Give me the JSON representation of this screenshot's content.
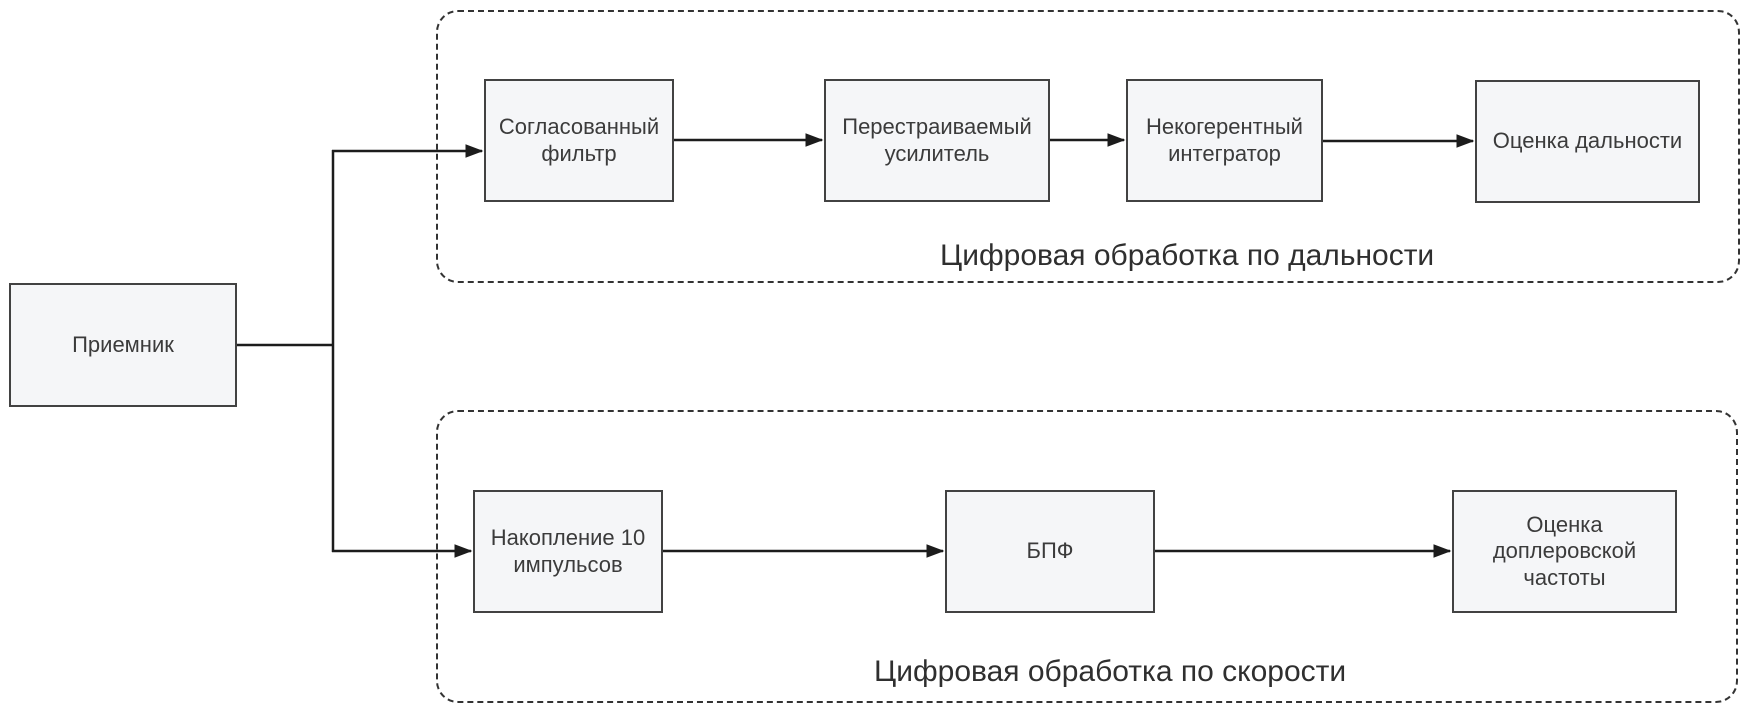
{
  "diagram": {
    "type": "block-diagram",
    "background_color": "#ffffff",
    "colors": {
      "block_fill": "#f5f6f8",
      "block_border": "#424242",
      "block_text": "#3b3b3b",
      "connector_line": "#1c1c1c",
      "group_border_dashed": "#333333",
      "group_title_text": "#2f2f2f"
    },
    "receiver": {
      "label": "Приемник"
    },
    "range_chain": {
      "title": "Цифровая обработка по дальности",
      "blocks": [
        {
          "label": "Согласованный фильтр"
        },
        {
          "label": "Перестраиваемый усилитель"
        },
        {
          "label": "Некогерентный интегратор"
        },
        {
          "label": "Оценка дальности"
        }
      ]
    },
    "velocity_chain": {
      "title": "Цифровая обработка по скорости",
      "blocks": [
        {
          "label": "Накопление 10 импульсов"
        },
        {
          "label": "БПФ"
        },
        {
          "label": "Оценка доплеровской частоты"
        }
      ]
    }
  }
}
